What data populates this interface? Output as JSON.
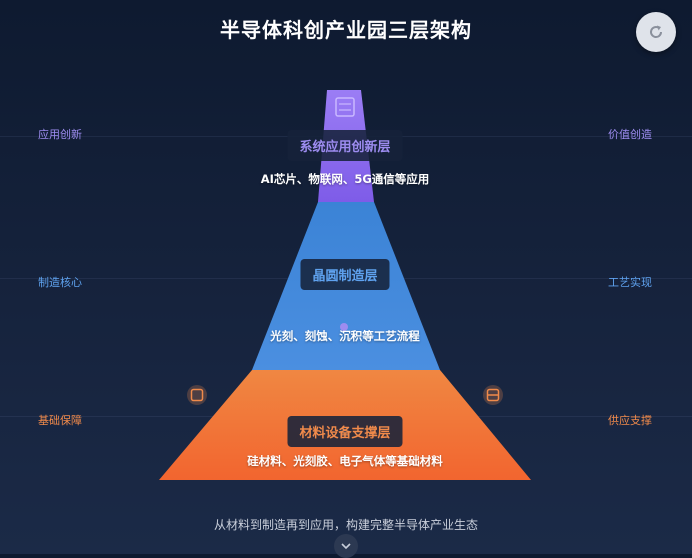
{
  "title": "半导体科创产业园三层架构",
  "side_labels": {
    "left": [
      "应用创新",
      "制造核心",
      "基础保障"
    ],
    "right": [
      "价值创造",
      "工艺实现",
      "供应支撑"
    ]
  },
  "layers": [
    {
      "title": "系统应用创新层",
      "desc": "AI芯片、物联网、5G通信等应用",
      "color": "#8b6cf0"
    },
    {
      "title": "晶圆制造层",
      "desc": "光刻、刻蚀、沉积等工艺流程",
      "color": "#3f86d8"
    },
    {
      "title": "材料设备支撑层",
      "desc": "硅材料、光刻胶、电子气体等基础材料",
      "color": "#f07a3c"
    }
  ],
  "footer": "从材料到制造再到应用，构建完整半导体产业生态",
  "icons": {
    "top": "chip-icon",
    "refresh": "refresh-icon",
    "left_node": "box-icon",
    "right_node": "server-icon",
    "scroll": "chevron-down-icon"
  }
}
